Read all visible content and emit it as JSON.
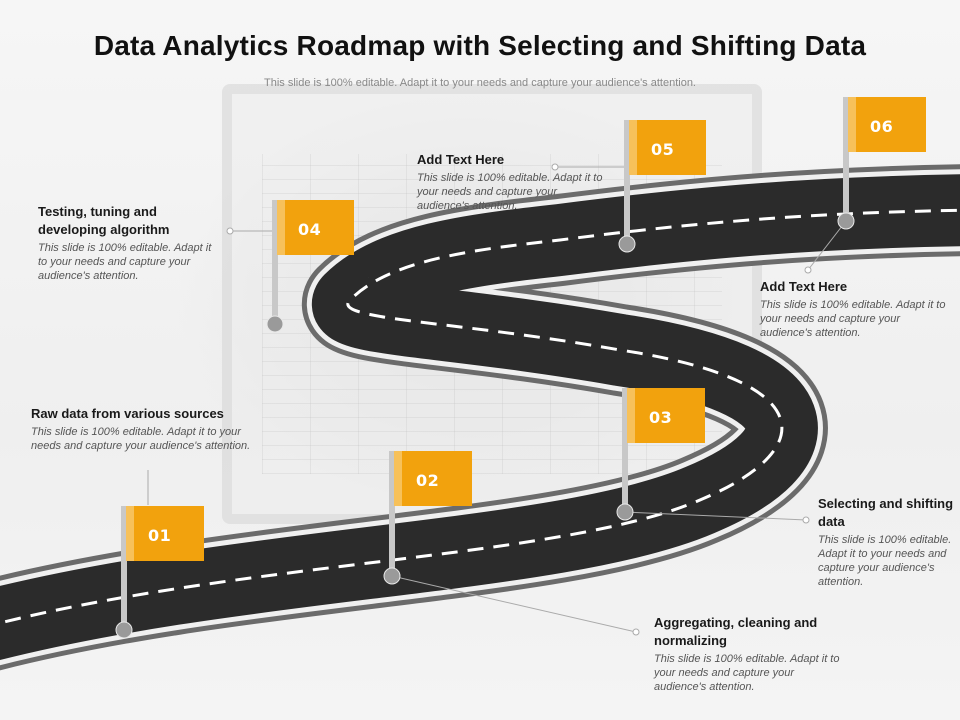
{
  "title": "Data Analytics Roadmap with Selecting and Shifting Data",
  "subtitle": "This slide is 100% editable. Adapt it to your needs and capture your audience's attention.",
  "colors": {
    "flag": "#f2a20d",
    "flag_stripe": "#f7c15a",
    "road": "#2b2b2b",
    "road_edge": "#5a5a5a",
    "pole": "#c8c8c8"
  },
  "steps": [
    {
      "number": "01",
      "title": "Raw data from various sources",
      "body": "This slide is 100% editable. Adapt it to your needs and capture your audience's attention."
    },
    {
      "number": "02",
      "title": "Aggregating, cleaning and normalizing",
      "body": "This slide is 100% editable. Adapt it to your needs and capture your audience's attention."
    },
    {
      "number": "03",
      "title": "Selecting and shifting data",
      "body": "This slide is 100% editable. Adapt it to your needs and capture your audience's attention."
    },
    {
      "number": "04",
      "title": "Testing, tuning and developing algorithm",
      "body": "This slide is 100% editable. Adapt it to your needs and capture your audience's attention."
    },
    {
      "number": "05",
      "title": "Add  Text Here",
      "body": "This slide is 100% editable. Adapt it to your needs and capture your audience's attention."
    },
    {
      "number": "06",
      "title": "Add  Text Here",
      "body": "This slide is 100% editable. Adapt it to your needs and capture your audience's attention."
    }
  ]
}
